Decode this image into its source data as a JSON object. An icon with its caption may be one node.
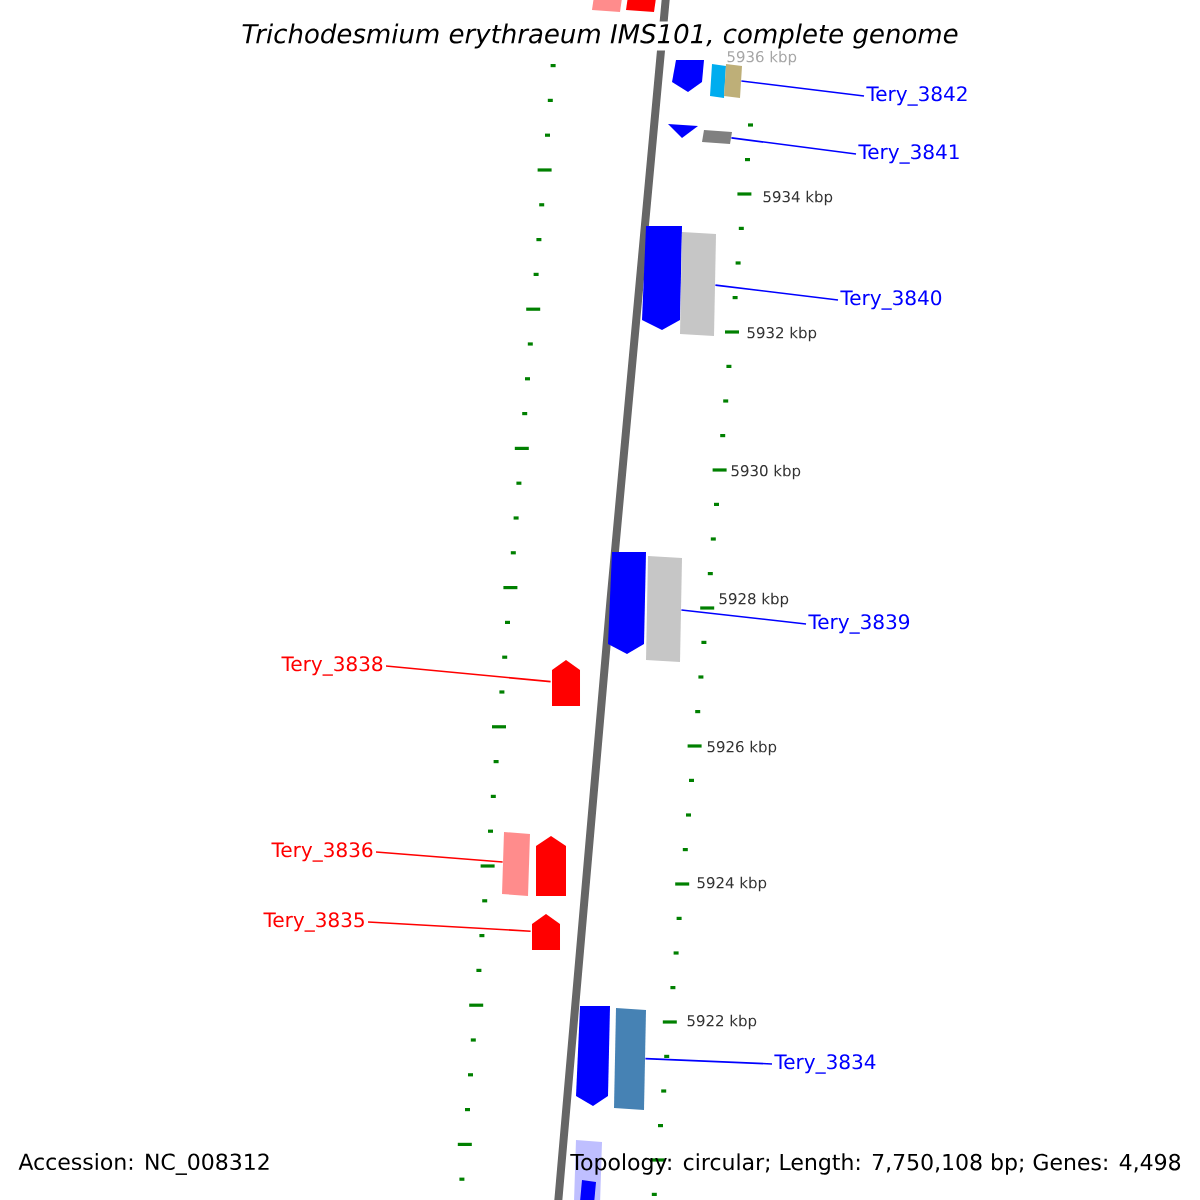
{
  "diagram": {
    "title": "Trichodesmium erythraeum IMS101, complete genome",
    "nodes": [
      {
        "text": [
          "Tery_3842"
        ]
      },
      {
        "text": [
          "Tery_3841"
        ]
      },
      {
        "text": [
          "Tery_3840"
        ]
      },
      {
        "text": [
          "Tery_3839"
        ]
      },
      {
        "text": [
          "Tery_3838"
        ]
      },
      {
        "text": [
          "Tery_3836"
        ]
      },
      {
        "text": [
          "Tery_3835"
        ]
      },
      {
        "text": [
          "Tery_3834"
        ]
      },
      {
        "text": [],
        "shape": "box"
      },
      {
        "text": [],
        "shape": "box"
      },
      {
        "text": [],
        "shape": "box"
      },
      {
        "text": [],
        "shape": "box"
      },
      {
        "text": [],
        "shape": "pentagon"
      },
      {
        "text": [],
        "shape": "box"
      },
      {
        "text": [],
        "shape": "pentagon"
      },
      {
        "text": [],
        "shape": "box"
      }
    ],
    "edges": [
      {
        "from": 0,
        "to": 8,
        "arrow": "none"
      },
      {
        "from": 1,
        "to": 9,
        "arrow": "none"
      },
      {
        "from": 2,
        "to": 10,
        "arrow": "none"
      },
      {
        "from": 3,
        "to": 11,
        "arrow": "none"
      },
      {
        "from": 4,
        "to": 12,
        "arrow": "none",
        "color": "#ff0000"
      },
      {
        "from": 5,
        "to": 13,
        "arrow": "none",
        "color": "#ff0000"
      },
      {
        "from": 6,
        "to": 14,
        "arrow": "none",
        "color": "#ff0000"
      },
      {
        "from": 7,
        "to": 15,
        "arrow": "none"
      }
    ],
    "labels": [
      "5936 kbp",
      "5934 kbp",
      "5932 kbp",
      "5930 kbp",
      "5928 kbp",
      "5926 kbp",
      "5924 kbp",
      "5922 kbp",
      "Accession: NC_008312",
      "Topology: circular; Length: 7,750,108 bp; Genes: 4,498"
    ]
  }
}
